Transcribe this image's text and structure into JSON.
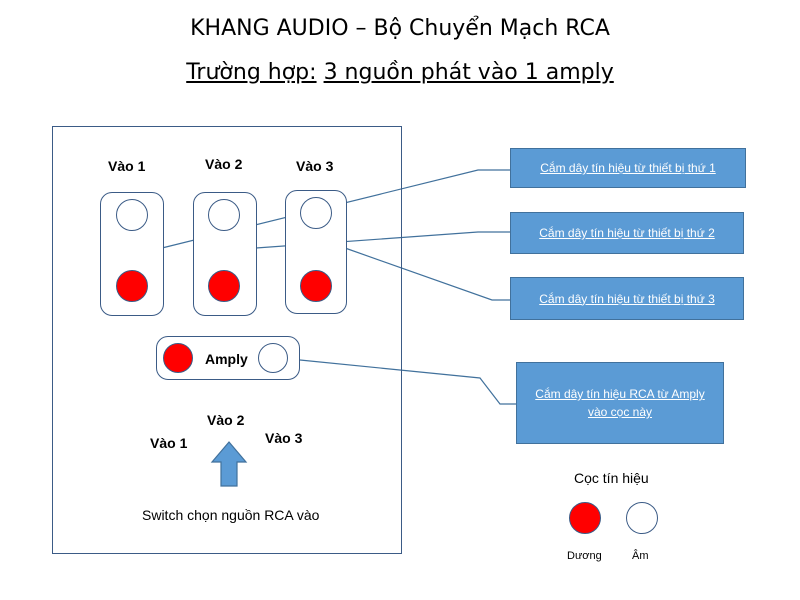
{
  "header": {
    "title": "KHANG AUDIO – Bộ Chuyển Mạch RCA",
    "subtitle_prefix": "Trường hợp:",
    "subtitle_main": "3 nguồn phát vào 1 amply"
  },
  "inputs": [
    {
      "label": "Vào 1"
    },
    {
      "label": "Vào 2"
    },
    {
      "label": "Vào 3"
    }
  ],
  "amply": {
    "label": "Amply"
  },
  "callouts": [
    "Cắm dây tín hiệu từ thiết bị thứ 1",
    "Cắm dây tín hiệu từ thiết bị thứ 2",
    "Cắm dây tín hiệu từ thiết bị thứ 3",
    "Cắm dây tín hiệu RCA từ Amply vào cọc này"
  ],
  "switch": {
    "left": "Vào 1",
    "top": "Vào 2",
    "right": "Vào 3",
    "caption": "Switch chọn nguồn RCA vào"
  },
  "legend": {
    "title": "Cọc tín hiệu",
    "positive": "Dương",
    "negative": "Âm",
    "colors": {
      "positive": "#ff0000",
      "negative": "#ffffff"
    }
  }
}
